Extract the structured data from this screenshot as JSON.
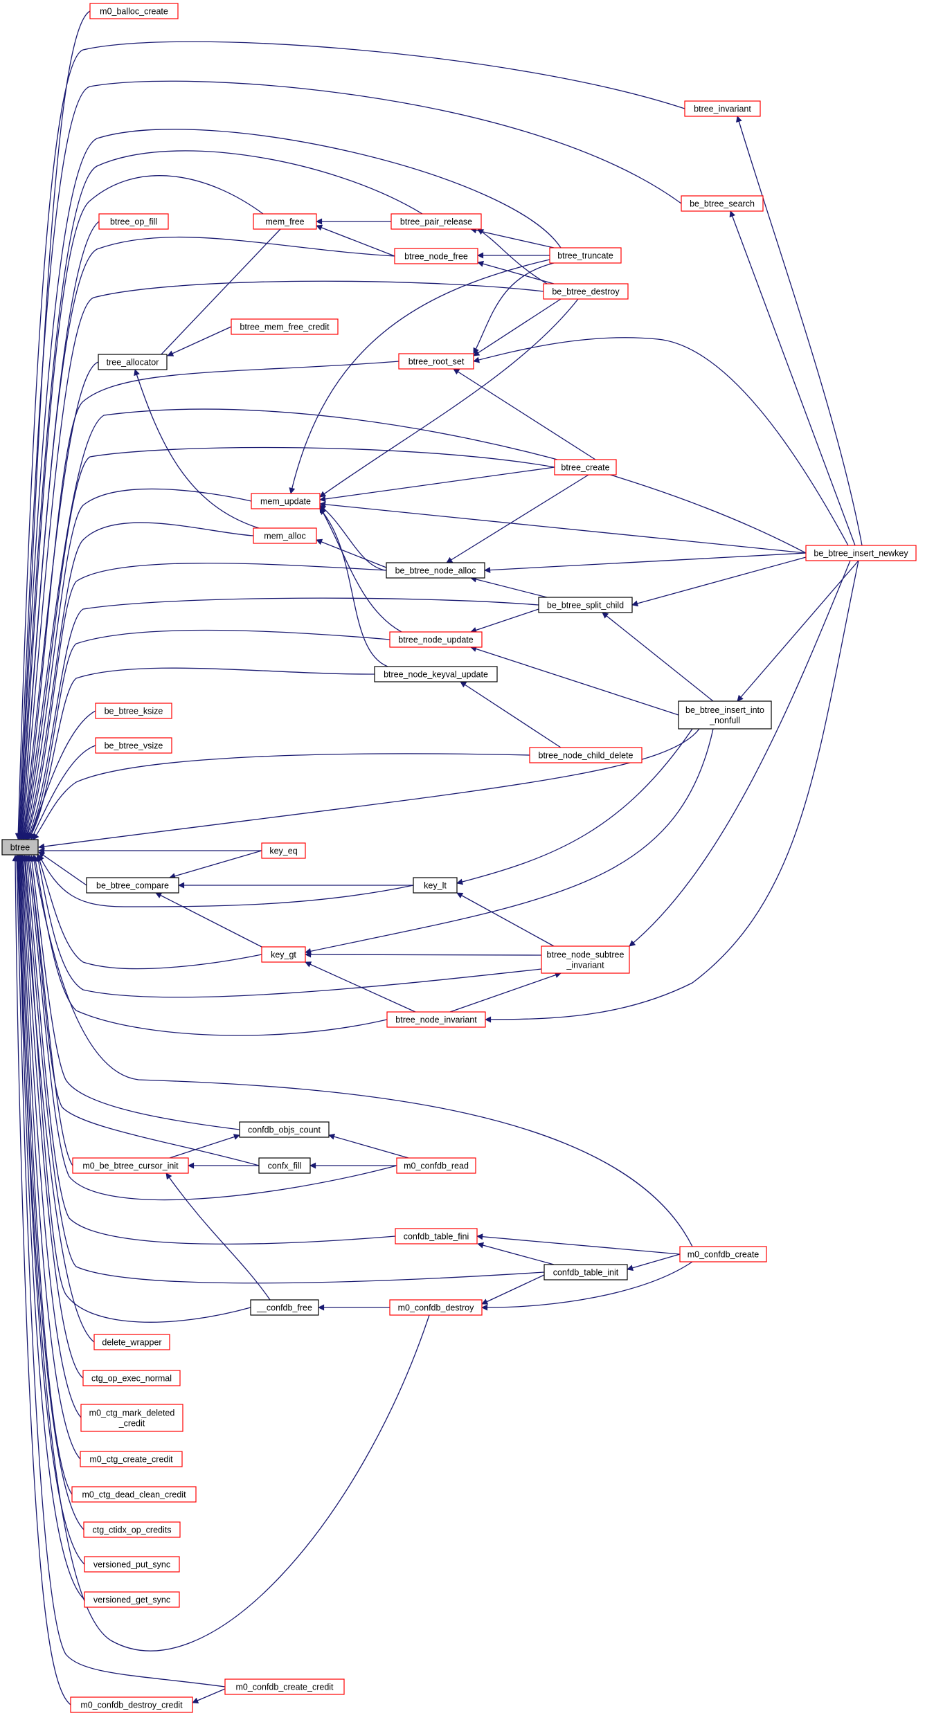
{
  "graph": {
    "colors": {
      "edge": "#191970",
      "root_fill": "#bfbfbf",
      "border_red": "#ff0000",
      "border_black": "#000000",
      "node_fill": "#ffffff"
    },
    "nodes": [
      {
        "id": "btree",
        "lines": [
          "btree"
        ],
        "border": "black",
        "root": true
      },
      {
        "id": "m0_balloc_create",
        "lines": [
          "m0_balloc_create"
        ],
        "border": "red"
      },
      {
        "id": "btree_op_fill",
        "lines": [
          "btree_op_fill"
        ],
        "border": "red"
      },
      {
        "id": "tree_allocator",
        "lines": [
          "tree_allocator"
        ],
        "border": "black"
      },
      {
        "id": "mem_free",
        "lines": [
          "mem_free"
        ],
        "border": "red"
      },
      {
        "id": "btree_mem_free_credit",
        "lines": [
          "btree_mem_free_credit"
        ],
        "border": "red"
      },
      {
        "id": "mem_update",
        "lines": [
          "mem_update"
        ],
        "border": "red"
      },
      {
        "id": "mem_alloc",
        "lines": [
          "mem_alloc"
        ],
        "border": "red"
      },
      {
        "id": "be_btree_ksize",
        "lines": [
          "be_btree_ksize"
        ],
        "border": "red"
      },
      {
        "id": "be_btree_vsize",
        "lines": [
          "be_btree_vsize"
        ],
        "border": "red"
      },
      {
        "id": "key_eq",
        "lines": [
          "key_eq"
        ],
        "border": "red"
      },
      {
        "id": "be_btree_compare",
        "lines": [
          "be_btree_compare"
        ],
        "border": "black"
      },
      {
        "id": "key_gt",
        "lines": [
          "key_gt"
        ],
        "border": "red"
      },
      {
        "id": "key_lt",
        "lines": [
          "key_lt"
        ],
        "border": "black"
      },
      {
        "id": "btree_pair_release",
        "lines": [
          "btree_pair_release"
        ],
        "border": "red"
      },
      {
        "id": "btree_node_free",
        "lines": [
          "btree_node_free"
        ],
        "border": "red"
      },
      {
        "id": "btree_root_set",
        "lines": [
          "btree_root_set"
        ],
        "border": "red"
      },
      {
        "id": "be_btree_node_alloc",
        "lines": [
          "be_btree_node_alloc"
        ],
        "border": "black"
      },
      {
        "id": "btree_node_update",
        "lines": [
          "btree_node_update"
        ],
        "border": "red"
      },
      {
        "id": "btree_node_keyval_update",
        "lines": [
          "btree_node_keyval_update"
        ],
        "border": "black"
      },
      {
        "id": "btree_node_invariant",
        "lines": [
          "btree_node_invariant"
        ],
        "border": "red"
      },
      {
        "id": "btree_invariant",
        "lines": [
          "btree_invariant"
        ],
        "border": "red"
      },
      {
        "id": "be_btree_search",
        "lines": [
          "be_btree_search"
        ],
        "border": "red"
      },
      {
        "id": "btree_truncate",
        "lines": [
          "btree_truncate"
        ],
        "border": "red"
      },
      {
        "id": "be_btree_destroy",
        "lines": [
          "be_btree_destroy"
        ],
        "border": "red"
      },
      {
        "id": "btree_create",
        "lines": [
          "btree_create"
        ],
        "border": "red"
      },
      {
        "id": "be_btree_split_child",
        "lines": [
          "be_btree_split_child"
        ],
        "border": "black"
      },
      {
        "id": "btree_node_child_delete",
        "lines": [
          "btree_node_child_delete"
        ],
        "border": "red"
      },
      {
        "id": "be_btree_insert_into_nonfull",
        "lines": [
          "be_btree_insert_into",
          "_nonfull"
        ],
        "border": "black"
      },
      {
        "id": "btree_node_subtree_invariant",
        "lines": [
          "btree_node_subtree",
          "_invariant"
        ],
        "border": "red"
      },
      {
        "id": "be_btree_insert_newkey",
        "lines": [
          "be_btree_insert_newkey"
        ],
        "border": "red"
      },
      {
        "id": "confdb_objs_count",
        "lines": [
          "confdb_objs_count"
        ],
        "border": "black"
      },
      {
        "id": "m0_be_btree_cursor_init",
        "lines": [
          "m0_be_btree_cursor_init"
        ],
        "border": "red"
      },
      {
        "id": "confx_fill",
        "lines": [
          "confx_fill"
        ],
        "border": "black"
      },
      {
        "id": "m0_confdb_read",
        "lines": [
          "m0_confdb_read"
        ],
        "border": "red"
      },
      {
        "id": "confdb_table_fini",
        "lines": [
          "confdb_table_fini"
        ],
        "border": "red"
      },
      {
        "id": "confdb_table_init",
        "lines": [
          "confdb_table_init"
        ],
        "border": "black"
      },
      {
        "id": "m0_confdb_create",
        "lines": [
          "m0_confdb_create"
        ],
        "border": "red"
      },
      {
        "id": "confdb_free",
        "lines": [
          "__confdb_free"
        ],
        "border": "black"
      },
      {
        "id": "m0_confdb_destroy",
        "lines": [
          "m0_confdb_destroy"
        ],
        "border": "red"
      },
      {
        "id": "delete_wrapper",
        "lines": [
          "delete_wrapper"
        ],
        "border": "red"
      },
      {
        "id": "ctg_op_exec_normal",
        "lines": [
          "ctg_op_exec_normal"
        ],
        "border": "red"
      },
      {
        "id": "m0_ctg_mark_deleted_credit",
        "lines": [
          "m0_ctg_mark_deleted",
          "_credit"
        ],
        "border": "red"
      },
      {
        "id": "m0_ctg_create_credit",
        "lines": [
          "m0_ctg_create_credit"
        ],
        "border": "red"
      },
      {
        "id": "m0_ctg_dead_clean_credit",
        "lines": [
          "m0_ctg_dead_clean_credit"
        ],
        "border": "red"
      },
      {
        "id": "ctg_ctidx_op_credits",
        "lines": [
          "ctg_ctidx_op_credits"
        ],
        "border": "red"
      },
      {
        "id": "versioned_put_sync",
        "lines": [
          "versioned_put_sync"
        ],
        "border": "red"
      },
      {
        "id": "versioned_get_sync",
        "lines": [
          "versioned_get_sync"
        ],
        "border": "red"
      },
      {
        "id": "m0_confdb_create_credit",
        "lines": [
          "m0_confdb_create_credit"
        ],
        "border": "red"
      },
      {
        "id": "m0_confdb_destroy_credit",
        "lines": [
          "m0_confdb_destroy_credit"
        ],
        "border": "red"
      }
    ]
  }
}
